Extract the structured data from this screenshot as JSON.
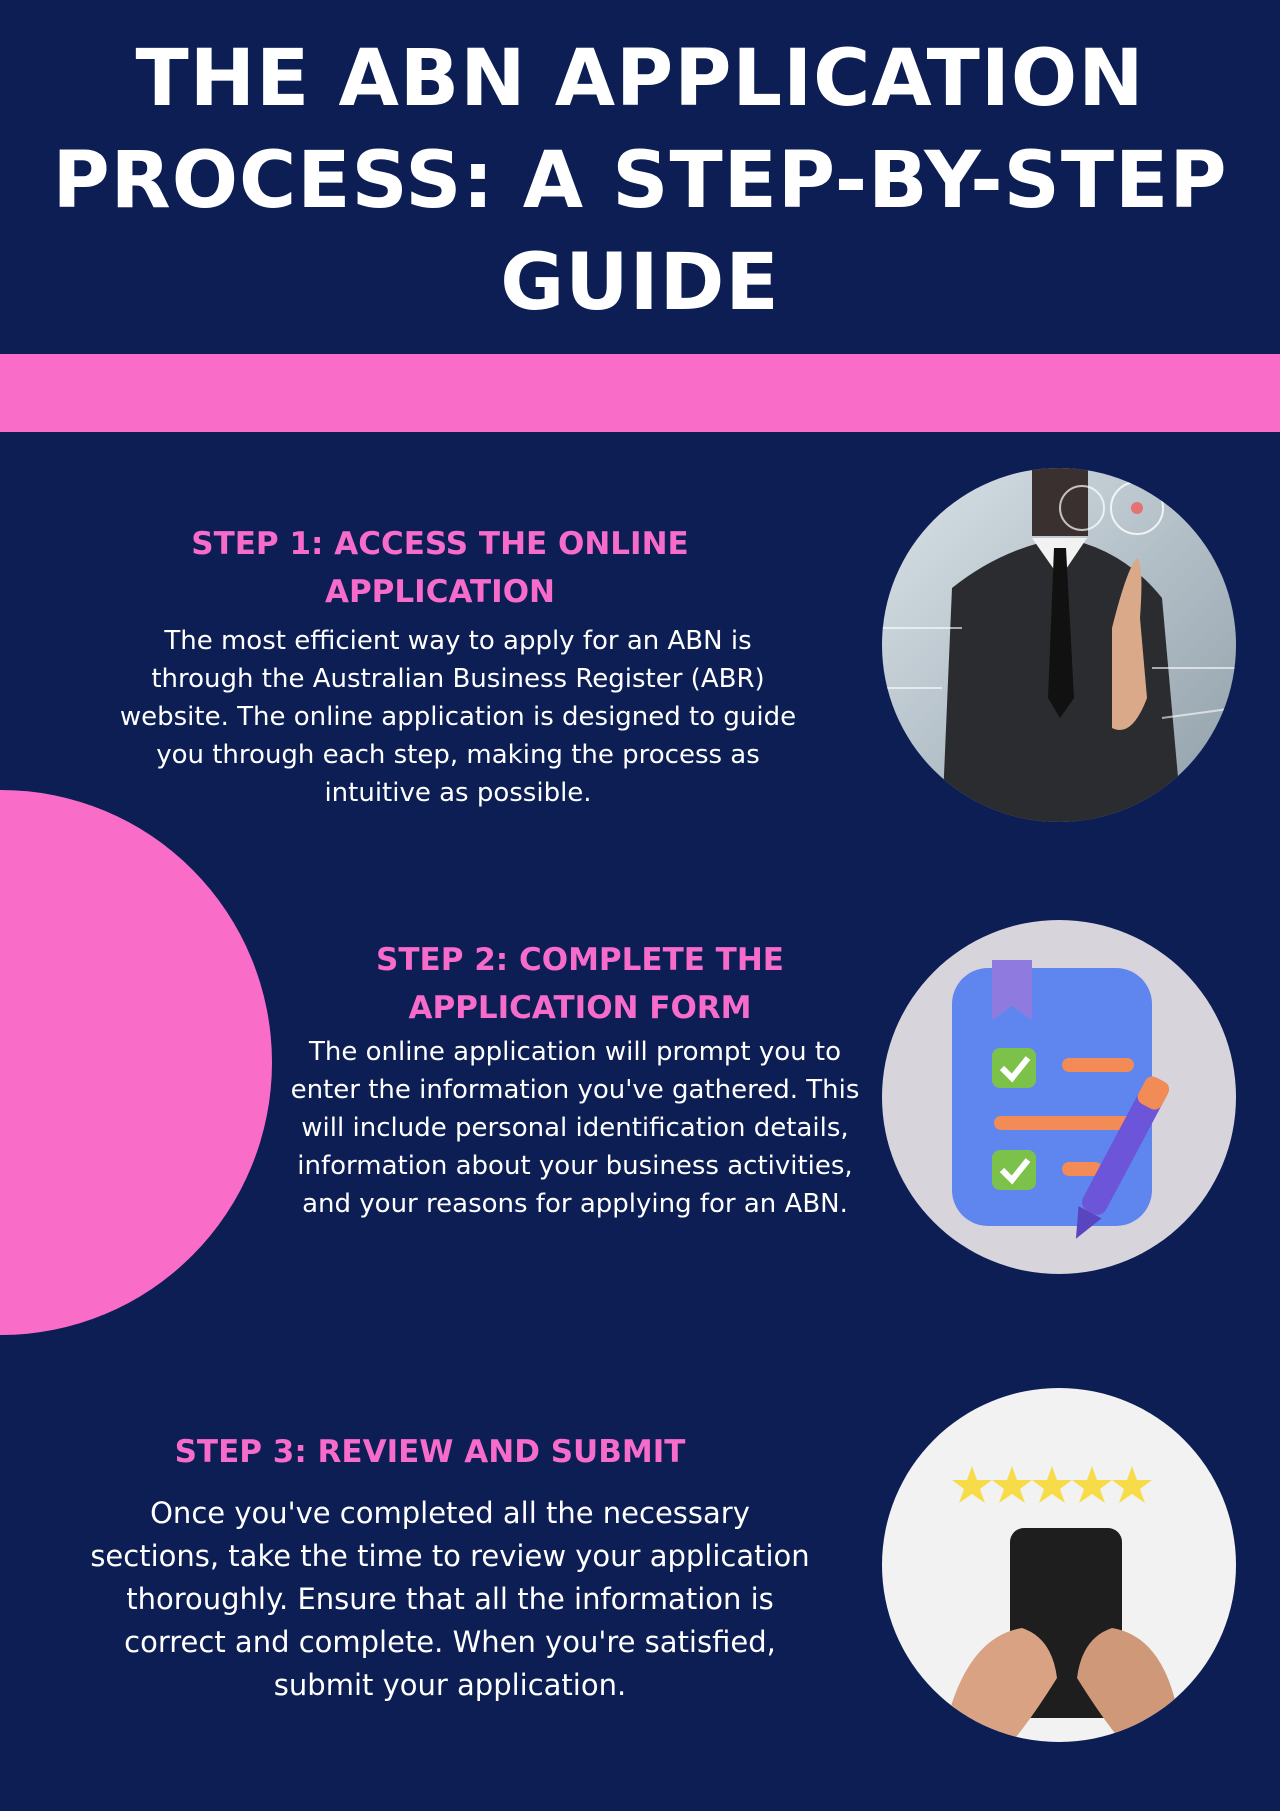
{
  "title": "THE ABN APPLICATION PROCESS: A STEP-BY-STEP GUIDE",
  "colors": {
    "background": "#0c1e54",
    "accent_pink": "#f96dc9",
    "heading_pink": "#f76ccb",
    "text": "#ffffff"
  },
  "steps": [
    {
      "heading": "STEP 1: ACCESS THE ONLINE APPLICATION",
      "body": "The most efficient way to apply for an ABN is through the Australian Business Register (ABR) website. The online application is designed to guide you through each step, making the process as intuitive as possible.",
      "image": "businessman-touchscreen-photo"
    },
    {
      "heading": "STEP 2: COMPLETE THE APPLICATION FORM",
      "body": "The online application will prompt you to enter the information you've gathered. This will include personal identification details, information about your business activities, and your reasons for applying for an ABN.",
      "image": "checklist-clipboard-icon"
    },
    {
      "heading": "STEP 3: REVIEW AND SUBMIT",
      "body": "Once you've completed all the necessary sections, take the time to review your application thoroughly. Ensure that all the information is correct and complete. When you're satisfied, submit your application.",
      "image": "five-star-rating-phone-photo"
    }
  ]
}
